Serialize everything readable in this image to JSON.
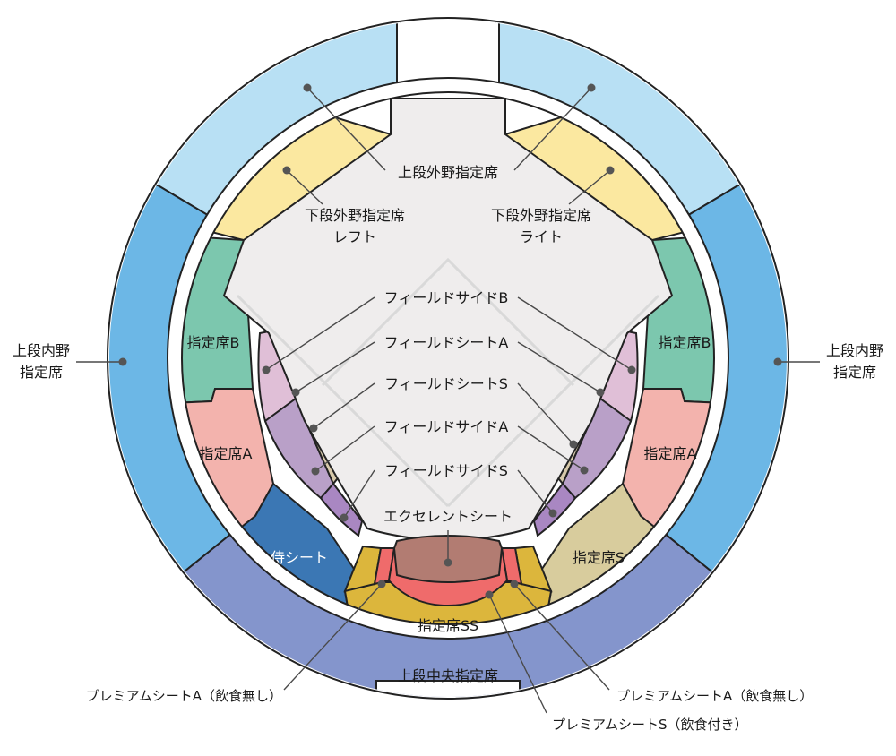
{
  "colors": {
    "upper_outfield": "#b8e0f4",
    "upper_infield": "#6cb7e6",
    "upper_center": "#8495cc",
    "lower_outfield": "#fbe8a0",
    "shitei_b": "#7cc7ae",
    "shitei_a": "#f3b3ad",
    "samurai": "#3b77b4",
    "shitei_s": "#d8cc9d",
    "shitei_ss": "#dcb63c",
    "premium_s": "#ef6b6b",
    "excellent": "#b27c72",
    "field_side_b": "#e0bfd7",
    "field_side_a": "#b9a0c8",
    "field_side_s": "#a987c2",
    "field_seat": "#a68659",
    "field": "#efeded"
  },
  "labels": {
    "upper_outfield": "上段外野指定席",
    "lower_outfield_left_1": "下段外野指定席",
    "lower_outfield_left_2": "レフト",
    "lower_outfield_right_1": "下段外野指定席",
    "lower_outfield_right_2": "ライト",
    "upper_infield_left_1": "上段内野",
    "upper_infield_left_2": "指定席",
    "upper_infield_right_1": "上段内野",
    "upper_infield_right_2": "指定席",
    "shitei_b_left": "指定席B",
    "shitei_b_right": "指定席B",
    "shitei_a_left": "指定席A",
    "shitei_a_right": "指定席A",
    "samurai_seat": "侍シート",
    "shitei_s": "指定席S",
    "shitei_ss": "指定席SS",
    "upper_center": "上段中央指定席",
    "field_side_b": "フィールドサイドB",
    "field_seat_a": "フィールドシートA",
    "field_seat_s": "フィールドシートS",
    "field_side_a": "フィールドサイドA",
    "field_side_s": "フィールドサイドS",
    "excellent_seat": "エクセレントシート",
    "premium_a_left": "プレミアムシートA（飲食無し）",
    "premium_a_right": "プレミアムシートA（飲食無し）",
    "premium_s": "プレミアムシートS（飲食付き）"
  }
}
